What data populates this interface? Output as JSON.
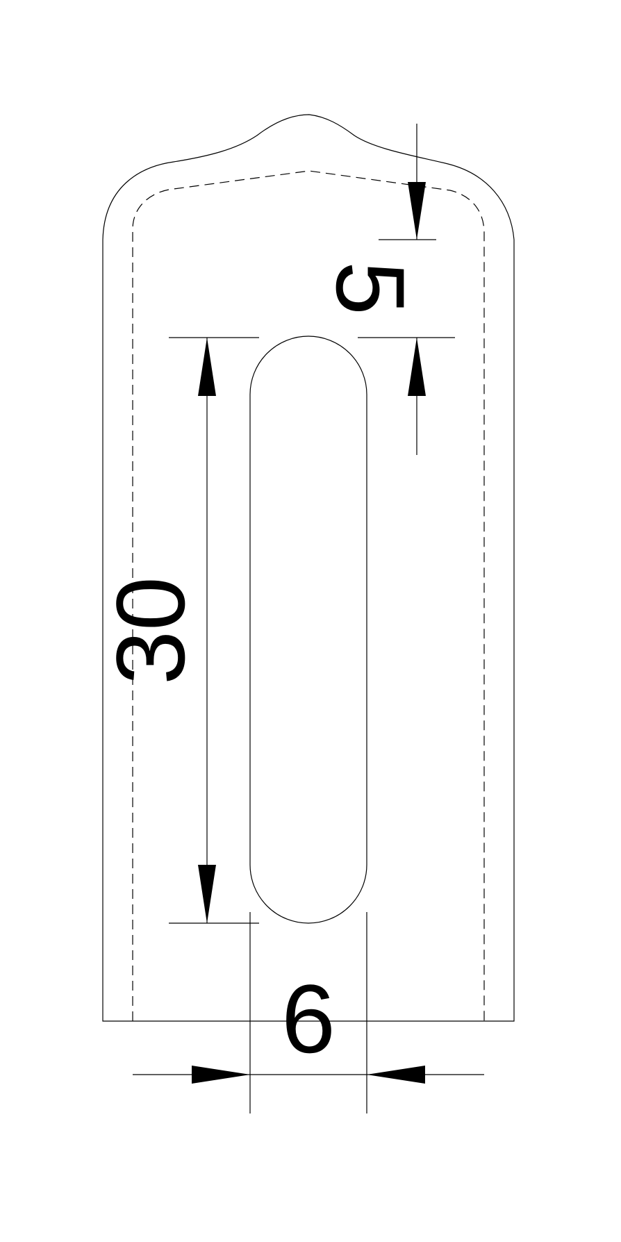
{
  "dimensions": {
    "top_offset": {
      "label": "5"
    },
    "slot_length": {
      "label": "30"
    },
    "slot_width": {
      "label": "6"
    }
  },
  "colors": {
    "line": "#000000",
    "background": "#ffffff"
  }
}
